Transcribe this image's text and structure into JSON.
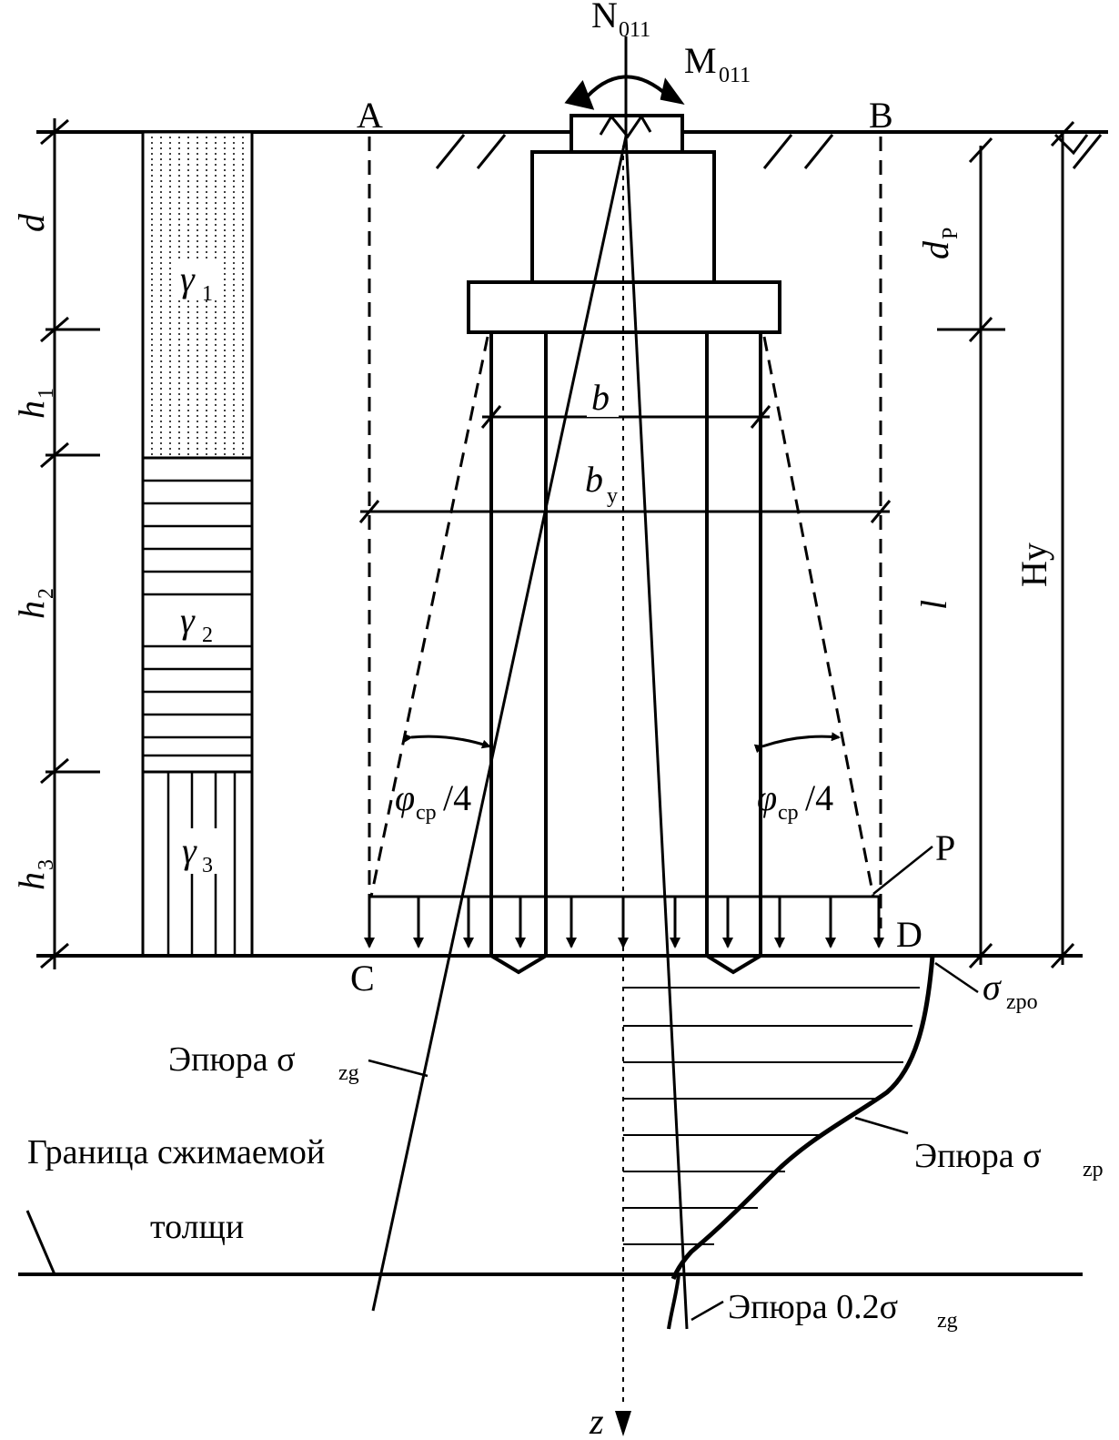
{
  "loads": {
    "n_main": "N",
    "n_sub": "011",
    "m_main": "M",
    "m_sub": "011"
  },
  "points": {
    "a": "A",
    "b": "B",
    "c": "C",
    "d": "D",
    "p": "P"
  },
  "dims": {
    "d": "d",
    "h1_main": "h",
    "h1_sub": "1",
    "h2_main": "h",
    "h2_sub": "2",
    "h3_main": "h",
    "h3_sub": "3",
    "dp_main": "d",
    "dp_sub": "P",
    "l": "l",
    "hy": "Hy",
    "b": "b",
    "by_main": "b",
    "by_sub": "y"
  },
  "layers": {
    "g1_main": "γ",
    "g1_sub": "1",
    "g2_main": "γ",
    "g2_sub": "2",
    "g3_main": "γ",
    "g3_sub": "3"
  },
  "angles": {
    "phi_main": "φ",
    "phi_sub": "cp",
    "phi_den": "/4"
  },
  "labels": {
    "sigma_zpo_main": "σ",
    "sigma_zpo_sub": "zpo",
    "epure_zg_text": "Эпюра σ",
    "epure_zg_sub": "zg",
    "epure_zp_text": "Эпюра σ",
    "epure_zp_sub": "zp",
    "epure_02_text": "Эпюра 0.2σ",
    "epure_02_sub": "zg",
    "boundary_line1": "Граница сжимаемой",
    "boundary_line2": "толщи",
    "z_axis": "z"
  }
}
